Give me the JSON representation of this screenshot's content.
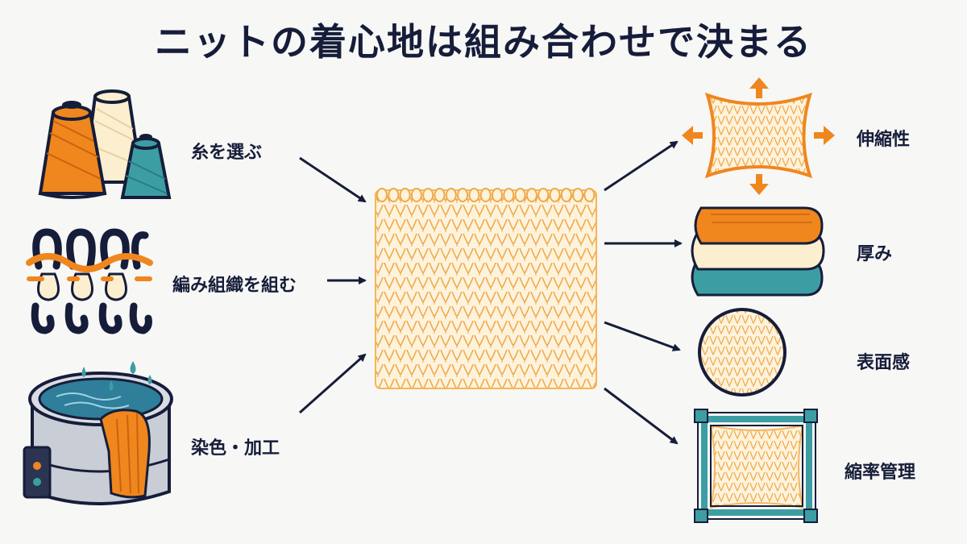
{
  "title": "ニットの着心地は組み合わせで決まる",
  "inputs": [
    {
      "label": "糸を選ぶ",
      "icon": "yarn-cones-icon"
    },
    {
      "label": "編み組織を組む",
      "icon": "knit-loops-icon"
    },
    {
      "label": "染色・加工",
      "icon": "dye-vat-icon"
    }
  ],
  "outputs": [
    {
      "label": "伸縮性",
      "icon": "stretch-fabric-icon"
    },
    {
      "label": "厚み",
      "icon": "folded-fabric-stack-icon"
    },
    {
      "label": "表面感",
      "icon": "surface-texture-icon"
    },
    {
      "label": "縮率管理",
      "icon": "frame-stretcher-icon"
    }
  ],
  "colors": {
    "navy": "#161d3a",
    "orange": "#f0861e",
    "cream": "#fbefcf",
    "teal": "#3c9ea3",
    "knit": "#f5b65a"
  }
}
